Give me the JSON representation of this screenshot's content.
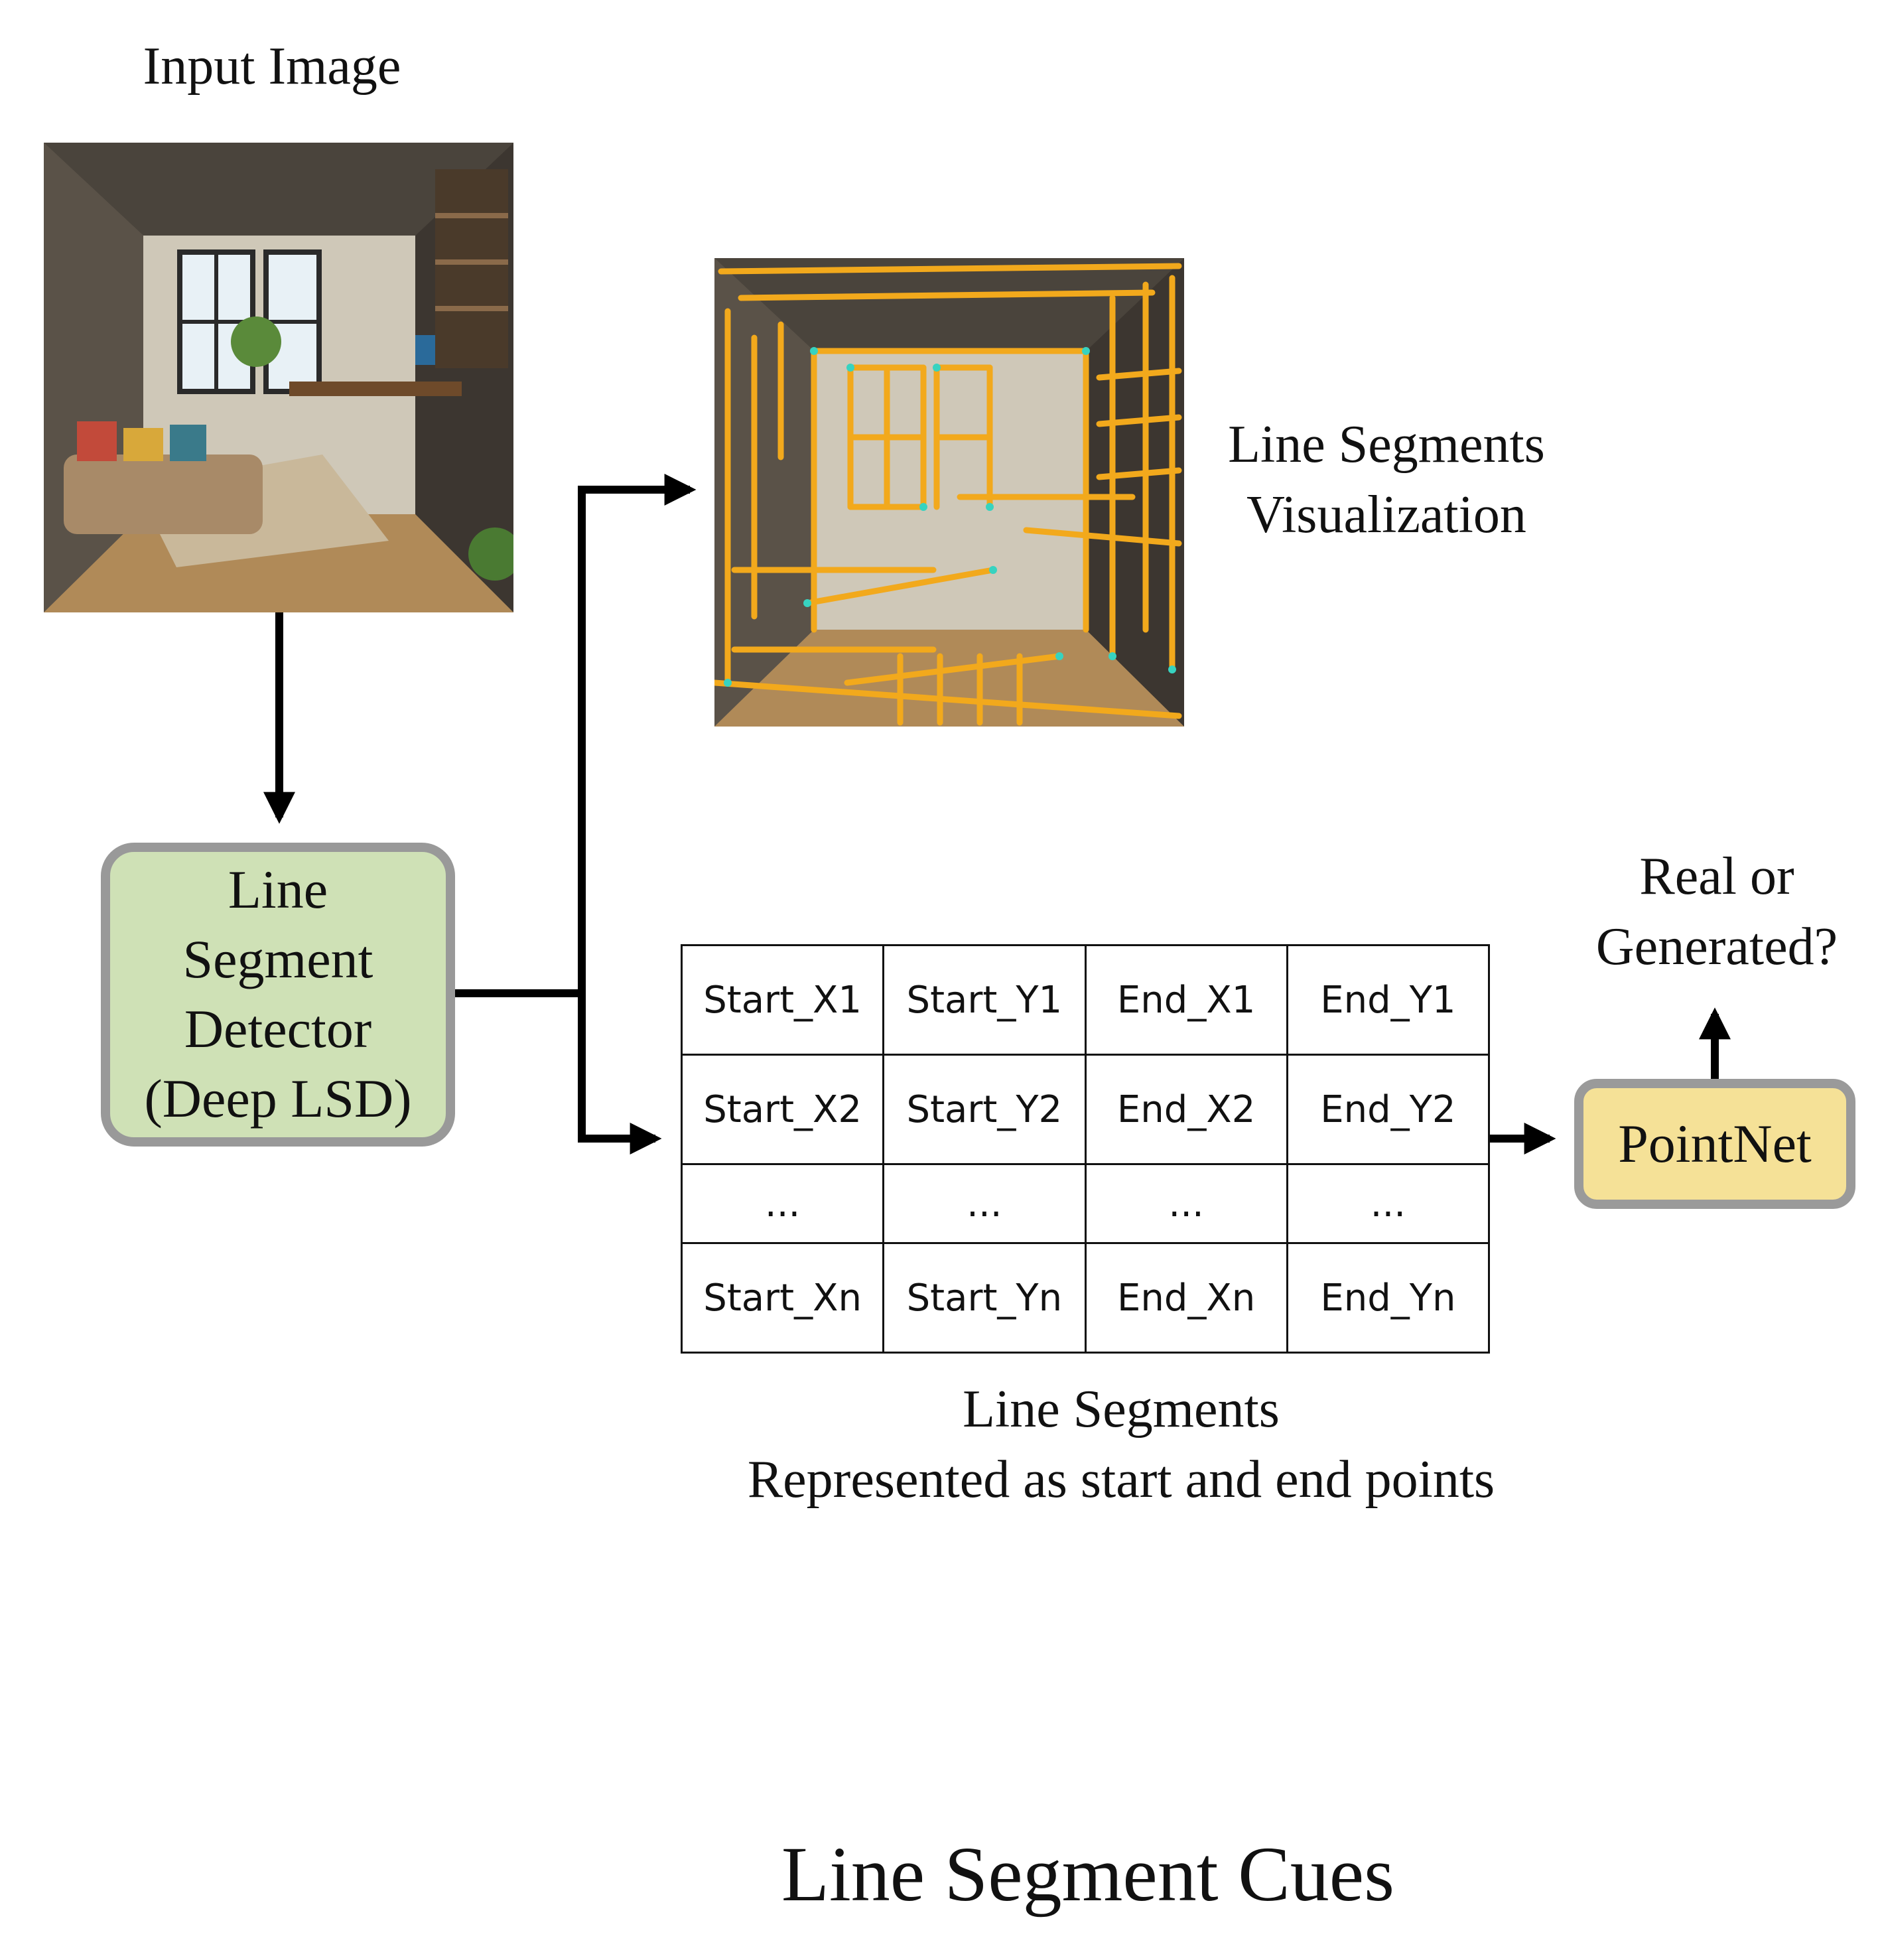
{
  "input_title": "Input Image",
  "visualization_label": {
    "line1": "Line Segments",
    "line2": "Visualization"
  },
  "detector_box": {
    "label": "Line\nSegment\nDetector\n(Deep LSD)"
  },
  "table": {
    "rows": [
      [
        "Start_X1",
        "Start_Y1",
        "End_X1",
        "End_Y1"
      ],
      [
        "Start_X2",
        "Start_Y2",
        "End_X2",
        "End_Y2"
      ],
      [
        "...",
        "...",
        "...",
        "..."
      ],
      [
        "Start_Xn",
        "Start_Yn",
        "End_Xn",
        "End_Yn"
      ]
    ]
  },
  "table_caption": {
    "line1": "Line Segments",
    "line2": "Represented as start and end points"
  },
  "pointnet_box": {
    "label": "PointNet"
  },
  "output_question": {
    "line1": "Real or",
    "line2": "Generated?"
  },
  "footer_title": "Line Segment Cues",
  "colors": {
    "detector_fill": "#cfe1b6",
    "pointnet_fill": "#f5e197",
    "box_border": "#999999",
    "segment_overlay": "#f2a91c",
    "arrow": "#000000"
  }
}
